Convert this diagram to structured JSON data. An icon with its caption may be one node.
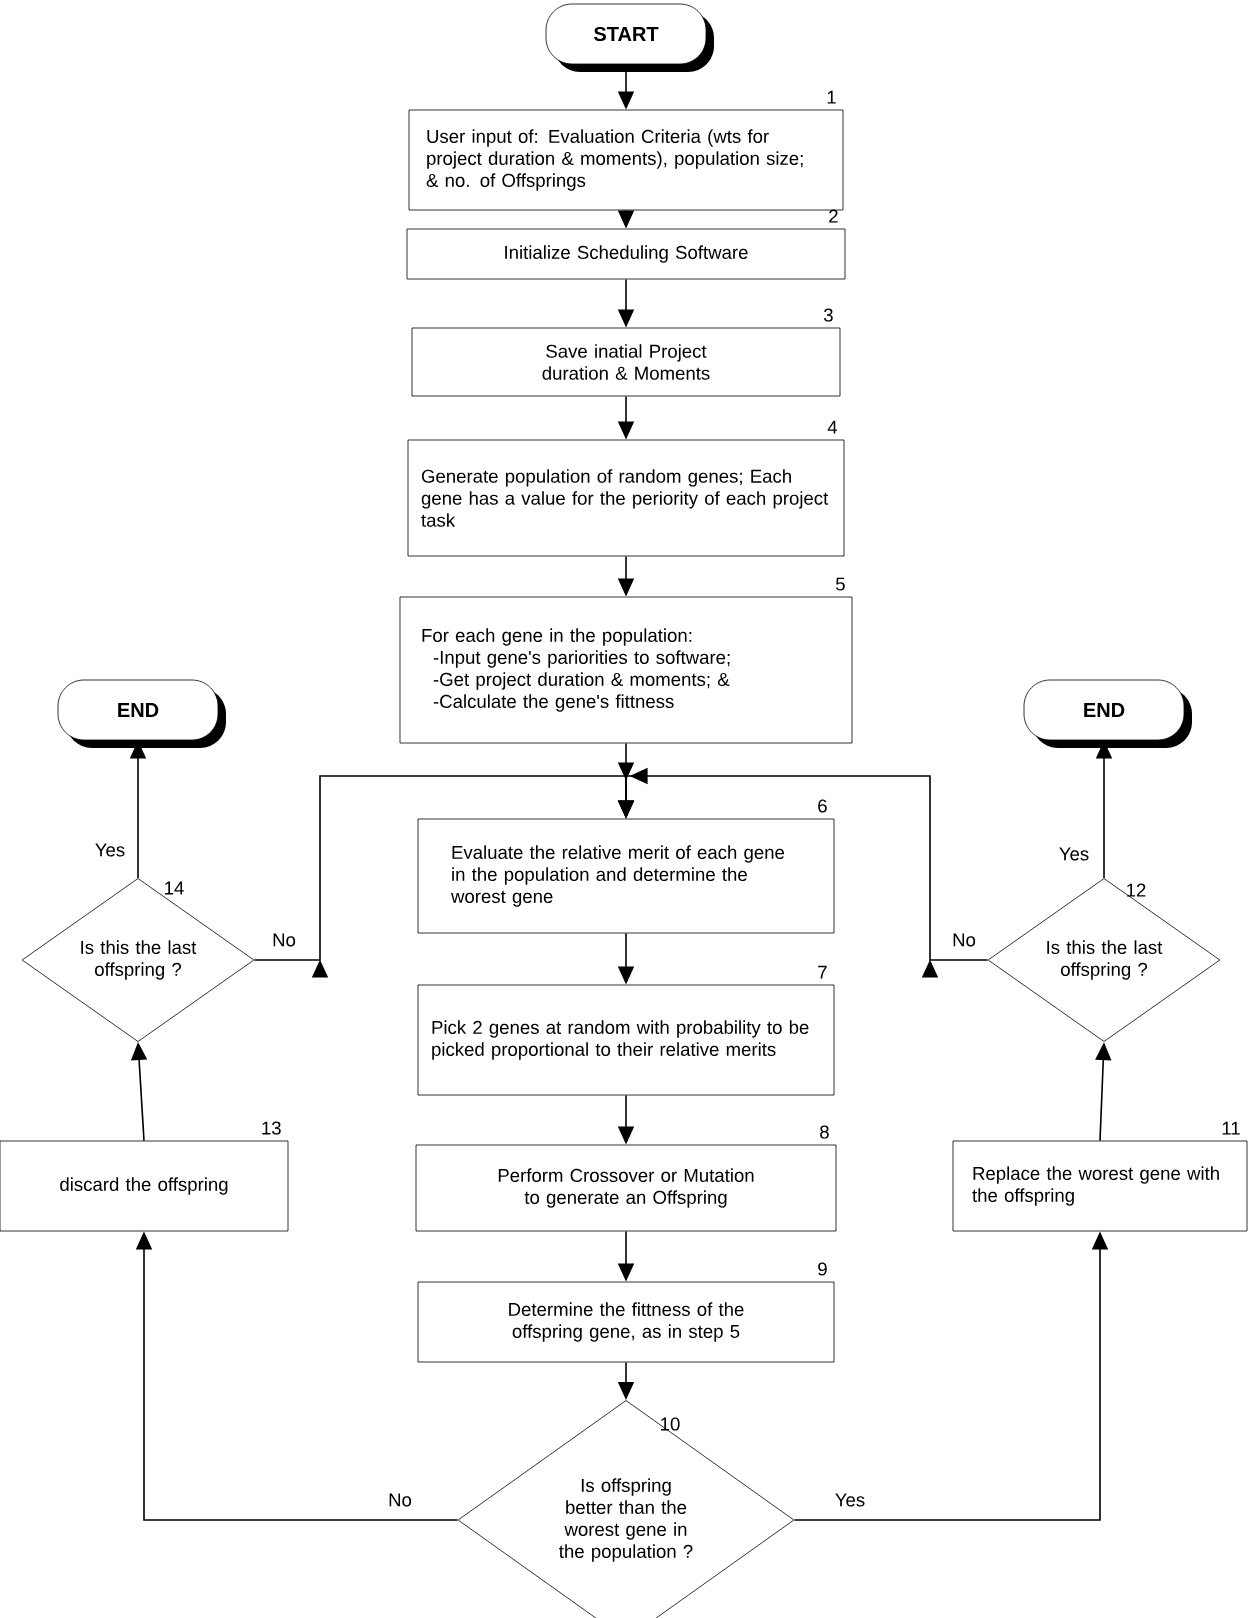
{
  "diagram": {
    "nodes": [
      {
        "text": [
          "START"
        ]
      },
      {
        "text": [
          "User input of: Evaluation Criteria (wts for project duration & moments), population size; & no. of Offsprings"
        ],
        "beside": [
          "1"
        ]
      },
      {
        "text": [
          "Initialize Scheduling Software"
        ],
        "beside": [
          "2"
        ]
      },
      {
        "text": [
          "Save inatial Project duration & Moments"
        ],
        "beside": [
          "3"
        ]
      },
      {
        "text": [
          "Generate population of random genes; Each gene has a value for the periority of each project task"
        ],
        "beside": [
          "4"
        ]
      },
      {
        "text": [
          "For each gene in the population:",
          "-Input gene's pariorities to software;",
          "-Get project duration & moments; &",
          "-Calculate the gene's fittness"
        ],
        "beside": [
          "5"
        ]
      },
      {
        "text": [
          "END"
        ]
      },
      {
        "text": [
          "END"
        ]
      },
      {
        "text": [
          "Evaluate the relative merit of each gene in the population and determine the worest gene"
        ],
        "beside": [
          "6"
        ]
      },
      {
        "text": [
          "Pick 2 genes at random with probability to be picked proportional to their relative merits"
        ],
        "beside": [
          "7"
        ]
      },
      {
        "text": [
          "Is this the last offspring ?"
        ],
        "beside": [
          "14"
        ]
      },
      {
        "text": [
          "Is this the last offspring ?"
        ],
        "beside": [
          "12"
        ]
      },
      {
        "text": [
          "discard the offspring"
        ],
        "beside": [
          "13"
        ]
      },
      {
        "text": [
          "Perform Crossover or Mutation to generate an Offspring"
        ],
        "beside": [
          "8"
        ]
      },
      {
        "text": [
          "Replace the worest gene with the offspring"
        ],
        "beside": [
          "11"
        ]
      },
      {
        "text": [
          "Determine the fittness of the offspring gene, as in step 5"
        ],
        "beside": [
          "9"
        ]
      },
      {
        "text": [
          "Is offspring better than the worest gene in the population ?"
        ],
        "beside": [
          "10"
        ]
      }
    ],
    "edges": [
      {
        "from": 0,
        "to": 1,
        "arrow": "to"
      },
      {
        "from": 1,
        "to": 2,
        "arrow": "to"
      },
      {
        "from": 2,
        "to": 3,
        "arrow": "to"
      },
      {
        "from": 3,
        "to": 4,
        "arrow": "to"
      },
      {
        "from": 4,
        "to": 5,
        "arrow": "to"
      },
      {
        "from": 5,
        "to": 8,
        "arrow": "to"
      },
      {
        "from": 8,
        "to": 9,
        "arrow": "to"
      },
      {
        "from": 9,
        "to": 13,
        "arrow": "to"
      },
      {
        "from": 13,
        "to": 15,
        "arrow": "to"
      },
      {
        "from": 15,
        "to": 16,
        "arrow": "to"
      },
      {
        "from": 16,
        "to": 12,
        "arrow": "to",
        "label": "No"
      },
      {
        "from": 16,
        "to": 14,
        "arrow": "to",
        "label": "Yes"
      },
      {
        "from": 12,
        "to": 10,
        "arrow": "to"
      },
      {
        "from": 14,
        "to": 11,
        "arrow": "to"
      },
      {
        "from": 10,
        "to": 6,
        "arrow": "to",
        "label": "Yes"
      },
      {
        "from": 11,
        "to": 7,
        "arrow": "to",
        "label": "Yes"
      },
      {
        "from": 10,
        "to": 8,
        "arrow": "to",
        "label": "No"
      },
      {
        "from": 11,
        "to": 8,
        "arrow": "to",
        "label": "No"
      }
    ]
  }
}
